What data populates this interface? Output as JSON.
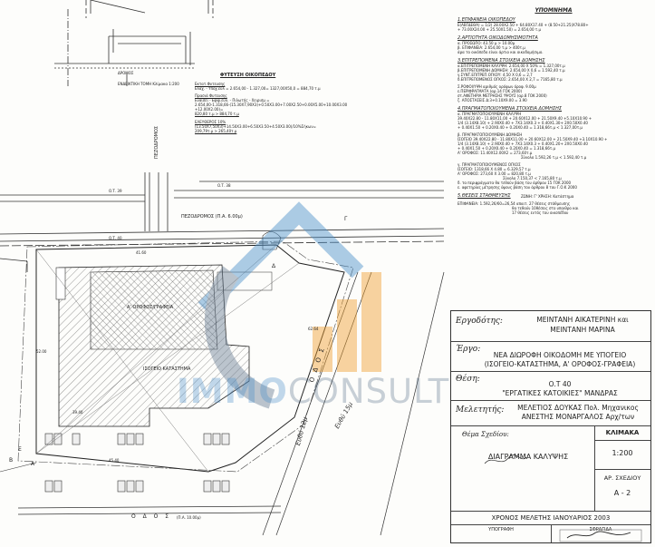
{
  "colors": {
    "watermark_blue": "#4a8fc9",
    "watermark_orange": "#f0a030",
    "watermark_grey": "#6b7f95"
  },
  "drawing": {
    "section_label": "ΕΝΔΕΙΚΤΙΚΗ ΤΟΜΗ Κλίμακα 1:200",
    "planting_title": "ΦΥΤΕΥΣΗ ΟΙΚΟΠΕΔΟΥ",
    "planting_lines": [
      "Εκτατ.Φυτευσης",
      "Ελαχ. - Υποχ.εύλ = 2.654,00 - 1.327,00= 1327,00X50,0 = 884,70 τ.μ",
      "Πρασιά Φυτευσης",
      "Εναίσεί - Εφιφ.εύλ. - Πιλωτής - Χειρισμ =",
      "2.654,00-1.318,66-(15.30X7,90X3)+0.50X3.00+7.00X2.50+0.00X5.00+10.00X3.00",
      "+12.00X2.00)=",
      "820,80 τ.μ > 884,70 τ.μ"
    ],
    "parking_title": "ΕΛΕΥΘΕΡΟΣ 10%",
    "parking_lines": [
      "(13.50X7,50X3)+14.50X3.00+6.50X3.50+4.50X3.00)/10%Σήκων=",
      "209,79τ.μ > 265,40τ.μ"
    ],
    "ot_labels": [
      "Ο.Τ. 39",
      "Ο.Τ. 38",
      "Ο.Τ. 40"
    ],
    "street_top": "ΠΕΖΟΔΡΟΜΟΣ (Π.Α. 6.00μ)",
    "street_top_side": "ΠΕΖΟΔΡΟΜΟΣ",
    "street_right": "Ο Δ Ο Σ",
    "street_bottom": "Ο Δ Ο Σ",
    "street_bottom_width": "(Π.Α. 10.00μ)",
    "building_upper": "Α' ΟΡΟΦΟΣ/ΓΡΑΦΕΙΑ",
    "building_ground": "ΙΣΟΓΕΙΟ ΚΑΤΑΣΤΗΜΑ",
    "section_sub": "ΔΡΟΜΟΣ",
    "dims": [
      "39.40",
      "41.60",
      "52.00",
      "62.64",
      "45.40"
    ],
    "corners": [
      "Α",
      "Β",
      "Γ",
      "Δ",
      "Ε"
    ],
    "handwriting": [
      "Ευθύ 12μ",
      "Ευθύ 15μ"
    ]
  },
  "watermark": {
    "part1": "IMMO",
    "part2": "CONSULT"
  },
  "notes": {
    "title": "ΥΠΟΜΝΗΜΑ",
    "s1_title": "1.ΕΠΙΦΑΝΕΙΑ ΟΙΚΟΠΕΔΟΥ",
    "s1_lines": [
      "Ε(ΑΒΓΔΕΘΑ) = 1/2( 28.00X2.50 + 64.80X17.40 + (8.50+21.25)X78.80+",
      "+ 73.00X24.00 + 25.50X1.50) = 2.654,00 τ.μ"
    ],
    "s2_title": "2.ΑΡΤΙΟΤΗΤΑ ΟΙΚΟΔΟΜΗΣΙΜΟΤΗΤΑ",
    "s2_lines": [
      "α. ΠΡΟΣΩΠΟ:    43.50 μ > 10.00μ",
      "β. ΕΠΙΦΑΝΕΙΑ:   2.654,00 τ.μ > 400τ.μ",
      "άρα το οικόπεδο είναι άρτιο και οικοδομήσιμο."
    ],
    "s3_title": "3.ΕΠΙΤΡΕΠΟΜΕΝΑ ΣΤΟΙΧΕΙΑ ΔΟΜΗΣΗΣ",
    "s3_lines": [
      "α.ΕΠΙΤΡΕΠΟΜΕΝΗ ΚΑΛΥΨΗ:   2.654,00 X 50% =   1.327,00τ.μ",
      "β.ΕΠΙΤΡΕΠΟΜΕΝΗ ΔΟΜΗΣΗ:   2.654,00 X 0,6 =   1.592,40 τ.μ",
      "γ.ΣΥΝΤ.ΕΠΙΤΡΕΠ.ΟΓΚΟΥ:      4,50 X 0,6 =   2,7",
      "δ.ΕΠΙΤΡΕΠΟΜΕΝΟΣ ΟΓΚΟΣ:   2.654,00 X 2,7 =  7165,80 τ.μ",
      "Σ.ΡΟΦΟΙ/ΥΨΗ αριθμός ορόφων           όροφ. 9.00μ",
      "ε.ΠΕΡΙΦΡΑΓΜΑΤΑ (αρ.14 ΓΟΚ 2000)",
      "στ.ΑΦΕΤΗΡΙΑ ΜΕΤΡΗΣΗΣ ΥΨΟΥΣ (αρ.8 ΓΟΚ 2000)",
      "ζ. ΑΠΟΣΤΑΣΕΙΣ Δ:3+0.10X9.00 = 3.90"
    ],
    "s4_title": "4.ΠΡΑΓΜΑΤΟΠΟΙΟΥΜΕΝΑ ΣΤΟΙΧΕΙΑ ΔΟΜΗΣΗΣ",
    "s4_lines": [
      "α. ΠΡΑΓΜΑΤΟΠΟΙΟΥΜΕΝΗ ΚΑΛΥΨΗ",
      "39.40X22.80 - 11.80X11.00 + 20.60X12.00 + 21.50X9.40 +5.10X10.90 +",
      "1/4 (3.14X8.10) + 2.90X0.40 + 7X3.14X0.3 + 0.40X1.30+ 2X0.50X0.40",
      "+ 0.40X1.50 + 0.20X0.40 + 0.20X0.40 = 1.318,66τ.μ  <  1.327,00τ.μ",
      "β. ΠΡΑΓΜΑΤΟΠΟΙΟΥΜΕΝΗ ΔΟΜΗΣΗ",
      "ΙΣΟΓΕΙΟ 39.40X22.80 - 11.80X11.00 + 20.60X12.00 + 21.50X9.40 +3.10X10.90 +",
      "1/4 (3.14X8.10) + 2.90X0.40 + 7X3.14X0.3 + 0.40X1.20+ 2X0.50X0.40",
      "+ 0.40X1.50 + 0.20X0.40 + 0.20X0.40 =   1.318,66τ.μ",
      "Α' ΟΡΟΦΟΣ: 11.40X12.00X2 =              273,60τ.μ",
      "Σύνολο  1.592,26 τ.μ < 1.592,40 τ.μ",
      "γ. ΠΡΑΓΜΑΤΟΠΟΙΟΥΜΕΝΟΣ ΟΓΚΟΣ",
      "ΙΣΟΓΕΙΟ: 1318,66 X 4.80 = 6.329,57 τ.μ",
      "Α' ΟΡΟΦΟΣ: 273,60 X 3.00 = 820,80 τ.μ",
      "Σύνολο 7.150,37 < 7.165,80 τ.μ",
      "δ. τα περιφράγματα θα τεθούν βάση του άρθρου 15 ΓΟΚ 2000",
      "ε. αφετηρίας μέτρησης ύψους βάση του άρθρου 8 του Γ.Ο.Κ 2000"
    ],
    "s5_title": "5.ΘΕΣΕΙΣ ΣΤΑΘΜΕΥΣΗΣ",
    "s5_zone": "ΖΩΝΗ: Γ' ΧΡΗΣΗ: Κατάστημα",
    "s5_lines": [
      "ΕΠΙΦΑΝΕΙΑ:  1.592,26/60=26,54 απαιτ. 27 θέσεις στάθμευσης",
      "θα τεθούν 10θέσεις στο υπαιθρο και",
      "17 θέσεις εντός του οικοπέδου"
    ]
  },
  "titleblock": {
    "owners_label": "Εργοδότης:",
    "owners": [
      "ΜΕΙΝΤΑΝΗ ΑΙΚΑΤΕΡΙΝΗ και",
      "ΜΕΙΝΤΑΝΗ ΜΑΡΙΝΑ"
    ],
    "project_label": "Έργο:",
    "project": [
      "ΝΕΑ ΔΙΩΡΟΦΗ ΟΙΚΟΔΟΜΗ ΜΕ ΥΠΟΓΕΙΟ",
      "(ΙΣΟΓΕΙΟ-ΚΑΤΑΣΤΗΜΑ, Α' ΟΡΟΦΟΣ-ΓΡΑΦΕΙΑ)"
    ],
    "site_label": "Θέση:",
    "site": [
      "Ο.Τ 40",
      "\"ΕΡΓΑΤΙΚΕΣ ΚΑΤΟΙΚΙΕΣ\" ΜΑΝΔΡΑΣ"
    ],
    "study_label": "Μελετητής:",
    "study": [
      "ΜΕΛΕΤΙΟΣ ΔΟΥΚΑΣ Πολ. Μηχανικος",
      "ΑΝΕΣΤΗΣ ΜΟΝΑΡΓΑΛΟΣ Αρχ/των"
    ],
    "drawing_label": "Θέμα Σχεδίου:",
    "drawing_title": "ΔΙΑΓΡΑΜΜΑ ΚΑΛΥΨΗΣ",
    "scale_label": "ΚΛΙΜΑΚΑ",
    "scale": "1:200",
    "sheet_label": "ΑΡ. ΣΧΕΔΙΟΥ",
    "sheet": "Α - 2",
    "date": "ΧΡΟΝΟΣ ΜΕΛΕΤΗΣ  ΙΑΝΟΥΑΡΙΟΣ 2003",
    "sign_label": "ΥΠΟΓΡΑΦΗ",
    "stamp_label": "ΣΦΡΑΓΙΔΑ"
  }
}
